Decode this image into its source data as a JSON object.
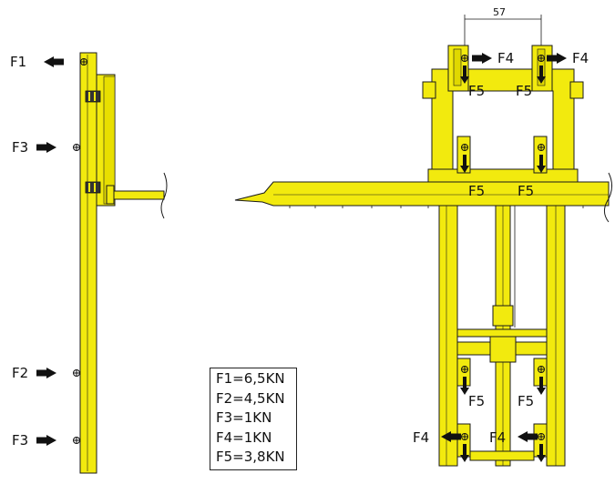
{
  "colors": {
    "steel": "#f2ea0e",
    "steel_dark": "#c9c000",
    "outline": "#1a1a1a",
    "arrow": "#111111",
    "background": "#ffffff"
  },
  "dimension": {
    "text": "57"
  },
  "left_view": {
    "labels": {
      "f1": "F1",
      "f3_upper": "F3",
      "f2": "F2",
      "f3_lower": "F3"
    }
  },
  "right_view": {
    "labels": {
      "f4_top_left": "F4",
      "f4_top_right": "F4",
      "f5_top_left": "F5",
      "f5_top_right": "F5",
      "f5_mid_left": "F5",
      "f5_mid_right": "F5",
      "f5_low_left": "F5",
      "f5_low_right": "F5",
      "f4_bot_left": "F4",
      "f4_bot_right": "F4"
    }
  },
  "legend": {
    "items": [
      "F1=6,5KN",
      "F2=4,5KN",
      "F3=1KN",
      "F4=1KN",
      "F5=3,8KN"
    ]
  }
}
